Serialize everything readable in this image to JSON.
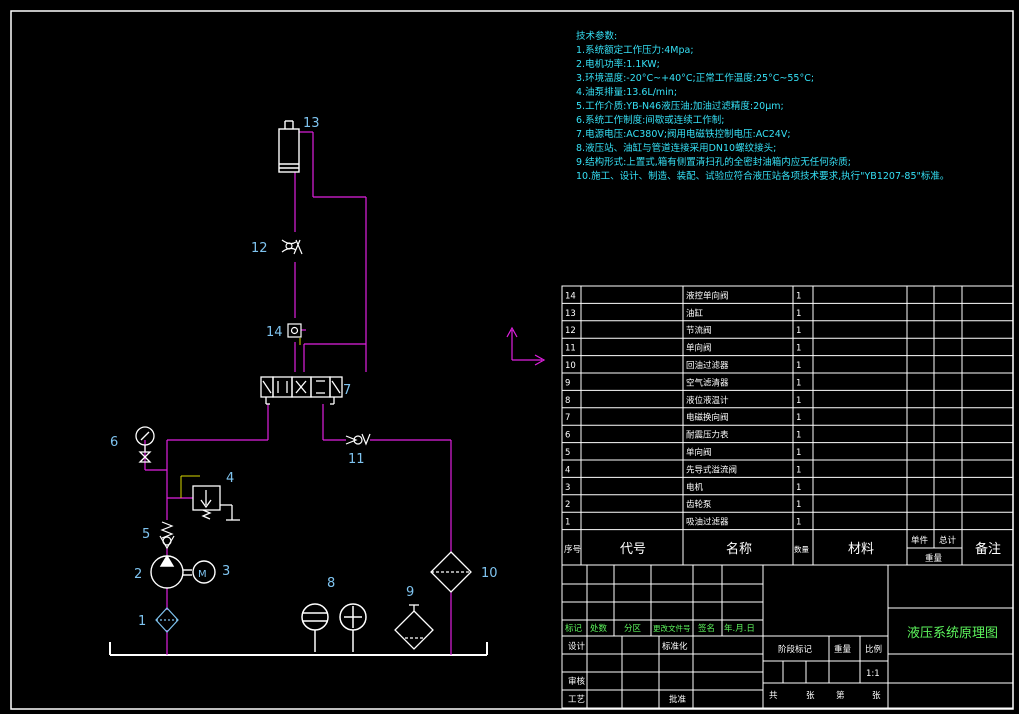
{
  "colors": {
    "background": "#000000",
    "frame": "#ffffff",
    "pipe": "#e020e0",
    "tech_text": "#35e0f5",
    "part_label": "#7fc4f0",
    "title_green": "#5df55d",
    "component": "#ffffff",
    "yellow_line": "#d8d800"
  },
  "tech_params": [
    "技术参数:",
    "1.系统额定工作压力:4Mpa;",
    "2.电机功率:1.1KW;",
    "3.环境温度:-20°C~+40°C;正常工作温度:25°C~55°C;",
    "4.油泵排量:13.6L/min;",
    "5.工作介质:YB-N46液压油;加油过滤精度:20μm;",
    "6.系统工作制度:间歇或连续工作制;",
    "7.电源电压:AC380V;阀用电磁铁控制电压:AC24V;",
    "8.液压站、油缸与管道连接采用DN10螺纹接头;",
    "9.结构形式:上置式,箱有侧置清扫孔的全密封油箱内应无任何杂质;",
    "10.施工、设计、制造、装配、试验应符合液压站各项技术要求,执行\"YB1207-85\"标准。"
  ],
  "part_labels": {
    "p1": "1",
    "p2": "2",
    "p3": "3",
    "p4": "4",
    "p5": "5",
    "p6": "6",
    "p7": "7",
    "p8": "8",
    "p9": "9",
    "p10": "10",
    "p11": "11",
    "p12": "12",
    "p13": "13",
    "p14": "14"
  },
  "motor_mark": "M",
  "bom": [
    {
      "no": "14",
      "name": "液控单向阀",
      "qty": "1"
    },
    {
      "no": "13",
      "name": "油缸",
      "qty": "1"
    },
    {
      "no": "12",
      "name": "节流阀",
      "qty": "1"
    },
    {
      "no": "11",
      "name": "单向阀",
      "qty": "1"
    },
    {
      "no": "10",
      "name": "回油过滤器",
      "qty": "1"
    },
    {
      "no": "9",
      "name": "空气滤清器",
      "qty": "1"
    },
    {
      "no": "8",
      "name": "液位液温计",
      "qty": "1"
    },
    {
      "no": "7",
      "name": "电磁换向阀",
      "qty": "1"
    },
    {
      "no": "6",
      "name": "耐震压力表",
      "qty": "1"
    },
    {
      "no": "5",
      "name": "单向阀",
      "qty": "1"
    },
    {
      "no": "4",
      "name": "先导式溢流阀",
      "qty": "1"
    },
    {
      "no": "3",
      "name": "电机",
      "qty": "1"
    },
    {
      "no": "2",
      "name": "齿轮泵",
      "qty": "1"
    },
    {
      "no": "1",
      "name": "吸油过滤器",
      "qty": "1"
    }
  ],
  "bom_header": {
    "no": "序号",
    "code": "代号",
    "name": "名称",
    "qty": "数量",
    "material": "材料",
    "unit": "单件",
    "total": "总计",
    "weight": "重量",
    "remark": "备注"
  },
  "title_block": {
    "mark": "标记",
    "count": "处数",
    "zone": "分区",
    "doc_no": "更改文件号",
    "sign": "签名",
    "date": "年.月.日",
    "design": "设计",
    "standard": "标准化",
    "review": "审核",
    "process": "工艺",
    "approve": "批准",
    "stage": "阶段标记",
    "weight": "重量",
    "scale": "比例",
    "scale_value": "1:1",
    "sheets_total": "共",
    "sheets_unit": "张",
    "sheet_no": "第",
    "sheet_unit": "张",
    "drawing_title": "液压系统原理图"
  }
}
